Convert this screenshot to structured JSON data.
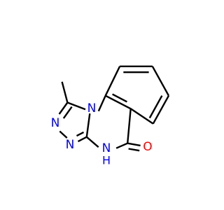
{
  "molecule": {
    "atoms": {
      "n_bridge": "N",
      "n_triazole_1": "N",
      "n_triazole_2": "N",
      "n_amide": "N",
      "h_amide": "H",
      "o_carbonyl": "O"
    },
    "colors": {
      "bond": "#000000",
      "nitrogen": "#0000ff",
      "oxygen": "#ff0000"
    }
  }
}
